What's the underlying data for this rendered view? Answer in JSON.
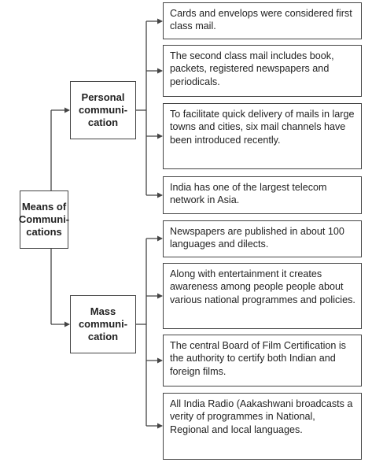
{
  "root": {
    "label": "Means of\nCommuni-\ncations"
  },
  "branches": [
    {
      "label": "Personal\ncommuni-\ncation",
      "items": [
        "Cards and envelops were considered first class mail.",
        "The second class mail includes book, packets, registered newspapers and periodicals.",
        "To facilitate quick delivery of mails in large towns and cities, six mail channels have been introduced recently.",
        "India has one of the largest telecom network in Asia."
      ]
    },
    {
      "label": "Mass\ncommuni-\ncation",
      "items": [
        "Newspapers are published in about 100 languages and dilects.",
        "Along with entertainment it creates awareness among people people about various national programmes and policies.",
        "The central Board of Film Certification  is the authority to certify both Indian and foreign films.",
        "All India Radio (Aakashwani broadcasts a verity of programmes in National, Regional and local languages."
      ]
    }
  ]
}
